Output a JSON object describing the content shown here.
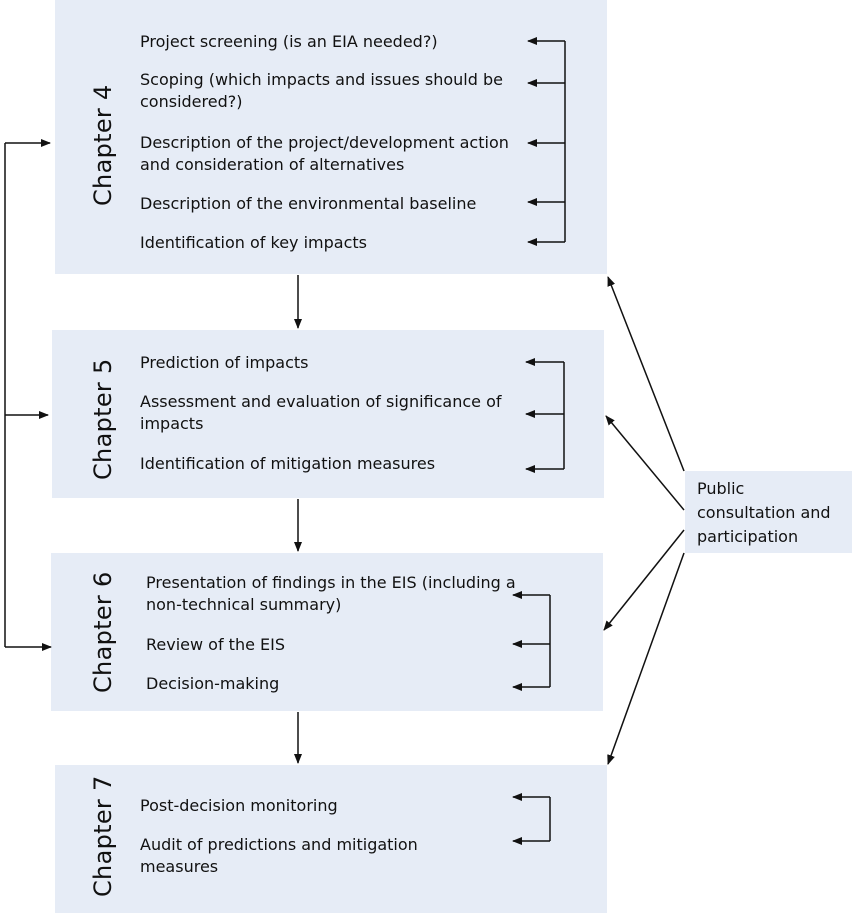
{
  "chapters": [
    {
      "label": "Chapter 4",
      "items": [
        "Project screening (is an EIA needed?)",
        "Scoping (which impacts and issues should be considered?)",
        "Description of the project/development action and consideration of alternatives",
        "Description of the environmental baseline",
        "Identification of key impacts"
      ]
    },
    {
      "label": "Chapter 5",
      "items": [
        "Prediction of impacts",
        "Assessment and evaluation of significance of impacts",
        "Identification of mitigation measures"
      ]
    },
    {
      "label": "Chapter 6",
      "items": [
        "Presentation of findings in the EIS (including a non-technical summary)",
        "Review of the EIS",
        "Decision-making"
      ]
    },
    {
      "label": "Chapter 7",
      "items": [
        "Post-decision monitoring",
        "Audit of predictions and mitigation measures"
      ]
    }
  ],
  "public_consultation": {
    "label": "Public consultation and participation"
  },
  "colors": {
    "box_fill": "#e6ecf6",
    "line": "#111111"
  }
}
